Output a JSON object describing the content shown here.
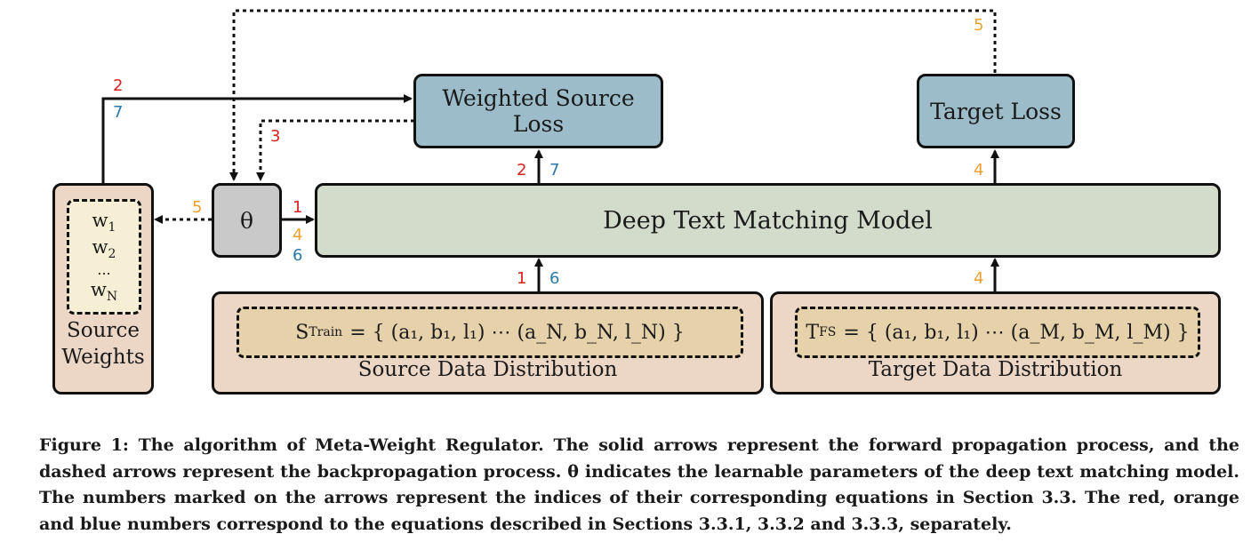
{
  "diagram": {
    "weighted_source_loss": "Weighted Source Loss",
    "target_loss": "Target Loss",
    "theta": "θ",
    "model": "Deep Text Matching Model",
    "source_weights": {
      "title_line1": "Source",
      "title_line2": "Weights",
      "w1": "w",
      "w1_sub": "1",
      "w2": "w",
      "w2_sub": "2",
      "ellipsis": "...",
      "wn": "w",
      "wn_sub": "N"
    },
    "source_data": {
      "label": "Source Data Distribution",
      "set_symbol": "S",
      "set_sup": "Train",
      "formula": "= { (a₁, b₁, l₁) ⋯ (a_N, b_N, l_N) }"
    },
    "target_data": {
      "label": "Target Data Distribution",
      "set_symbol": "T",
      "set_sup": "FS",
      "formula": "= { (a₁, b₁, l₁) ⋯ (a_M, b_M, l_M) }"
    },
    "arrow_numbers": {
      "sw_top_red": "2",
      "sw_top_blue": "7",
      "dashed_3": "3",
      "top_dashed_5": "5",
      "sw_dashed_5": "5",
      "theta_red_1": "1",
      "theta_orange_4": "4",
      "theta_blue_6": "6",
      "wsl_red_2": "2",
      "wsl_blue_7": "7",
      "tl_orange_4": "4",
      "src_red_1": "1",
      "src_blue_6": "6",
      "tgt_orange_4": "4"
    },
    "colors": {
      "red": "#d92020",
      "orange": "#f0a030",
      "blue": "#2a78a8"
    }
  },
  "caption": {
    "label": "Figure 1:",
    "text": "The algorithm of Meta-Weight Regulator. The solid arrows represent the forward propagation process, and the dashed arrows represent the backpropagation process. θ indicates the learnable parameters of the deep text matching model. The numbers marked on the arrows represent the indices of their corresponding equations in Section 3.3. The red, orange and blue numbers correspond to the equations described in Sections 3.3.1, 3.3.2 and 3.3.3, separately."
  }
}
